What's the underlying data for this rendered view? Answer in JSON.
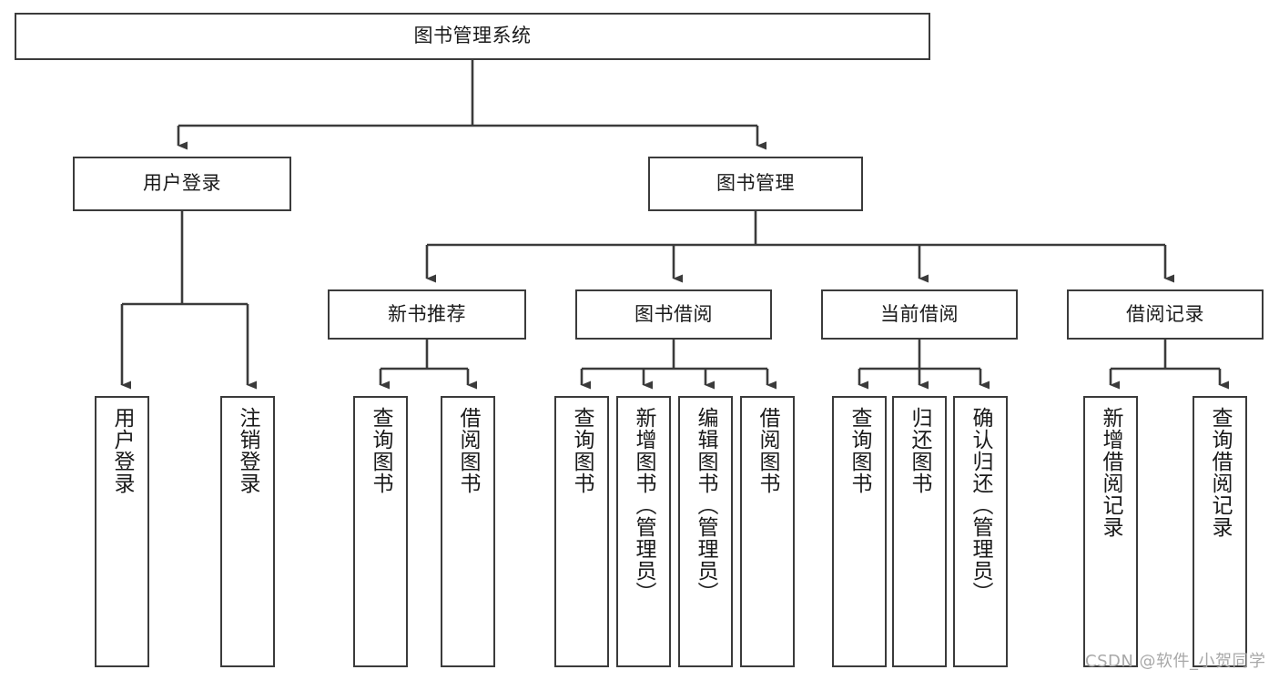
{
  "diagram": {
    "title": "图书管理系统",
    "type": "function-structure-tree",
    "watermark": "CSDN @软件_小贺同学",
    "colors": {
      "box_border": "#3b3b3b",
      "box_fill": "#ffffff",
      "connector": "#3b3b3b",
      "text": "#1a1a1a",
      "watermark": "#a8a8a8",
      "canvas": "#ffffff"
    },
    "nodes": {
      "root": {
        "label": "图书管理系统",
        "level": 1,
        "orientation": "horizontal"
      },
      "user_login": {
        "label": "用户登录",
        "level": 2,
        "orientation": "horizontal"
      },
      "book_manage": {
        "label": "图书管理",
        "level": 2,
        "orientation": "horizontal"
      },
      "new_book_rec": {
        "label": "新书推荐",
        "level": 3,
        "orientation": "horizontal"
      },
      "book_borrow": {
        "label": "图书借阅",
        "level": 3,
        "orientation": "horizontal"
      },
      "current_borrow": {
        "label": "当前借阅",
        "level": 3,
        "orientation": "horizontal"
      },
      "borrow_record": {
        "label": "借阅记录",
        "level": 3,
        "orientation": "horizontal"
      },
      "leaf_user_login": {
        "label": "用户登录",
        "level": 4,
        "orientation": "vertical"
      },
      "leaf_logout": {
        "label": "注销登录",
        "level": 4,
        "orientation": "vertical"
      },
      "leaf_query_book_1": {
        "label": "查询图书",
        "level": 4,
        "orientation": "vertical"
      },
      "leaf_borrow_book_1": {
        "label": "借阅图书",
        "level": 4,
        "orientation": "vertical"
      },
      "leaf_query_book_2": {
        "label": "查询图书",
        "level": 4,
        "orientation": "vertical"
      },
      "leaf_add_book": {
        "label": "新增图书（管理员）",
        "level": 4,
        "orientation": "vertical"
      },
      "leaf_edit_book": {
        "label": "编辑图书（管理员）",
        "level": 4,
        "orientation": "vertical"
      },
      "leaf_borrow_book_2": {
        "label": "借阅图书",
        "level": 4,
        "orientation": "vertical"
      },
      "leaf_query_book_3": {
        "label": "查询图书",
        "level": 4,
        "orientation": "vertical"
      },
      "leaf_return_book": {
        "label": "归还图书",
        "level": 4,
        "orientation": "vertical"
      },
      "leaf_confirm_return": {
        "label": "确认归还（管理员）",
        "level": 4,
        "orientation": "vertical"
      },
      "leaf_add_record": {
        "label": "新增借阅记录",
        "level": 4,
        "orientation": "vertical"
      },
      "leaf_query_record": {
        "label": "查询借阅记录",
        "level": 4,
        "orientation": "vertical"
      }
    },
    "edges": [
      {
        "from": "root",
        "to": "user_login"
      },
      {
        "from": "root",
        "to": "book_manage"
      },
      {
        "from": "user_login",
        "to": "leaf_user_login"
      },
      {
        "from": "user_login",
        "to": "leaf_logout"
      },
      {
        "from": "book_manage",
        "to": "new_book_rec"
      },
      {
        "from": "book_manage",
        "to": "book_borrow"
      },
      {
        "from": "book_manage",
        "to": "current_borrow"
      },
      {
        "from": "book_manage",
        "to": "borrow_record"
      },
      {
        "from": "new_book_rec",
        "to": "leaf_query_book_1"
      },
      {
        "from": "new_book_rec",
        "to": "leaf_borrow_book_1"
      },
      {
        "from": "book_borrow",
        "to": "leaf_query_book_2"
      },
      {
        "from": "book_borrow",
        "to": "leaf_add_book"
      },
      {
        "from": "book_borrow",
        "to": "leaf_edit_book"
      },
      {
        "from": "book_borrow",
        "to": "leaf_borrow_book_2"
      },
      {
        "from": "current_borrow",
        "to": "leaf_query_book_3"
      },
      {
        "from": "current_borrow",
        "to": "leaf_return_book"
      },
      {
        "from": "current_borrow",
        "to": "leaf_confirm_return"
      },
      {
        "from": "borrow_record",
        "to": "leaf_add_record"
      },
      {
        "from": "borrow_record",
        "to": "leaf_query_record"
      }
    ]
  }
}
